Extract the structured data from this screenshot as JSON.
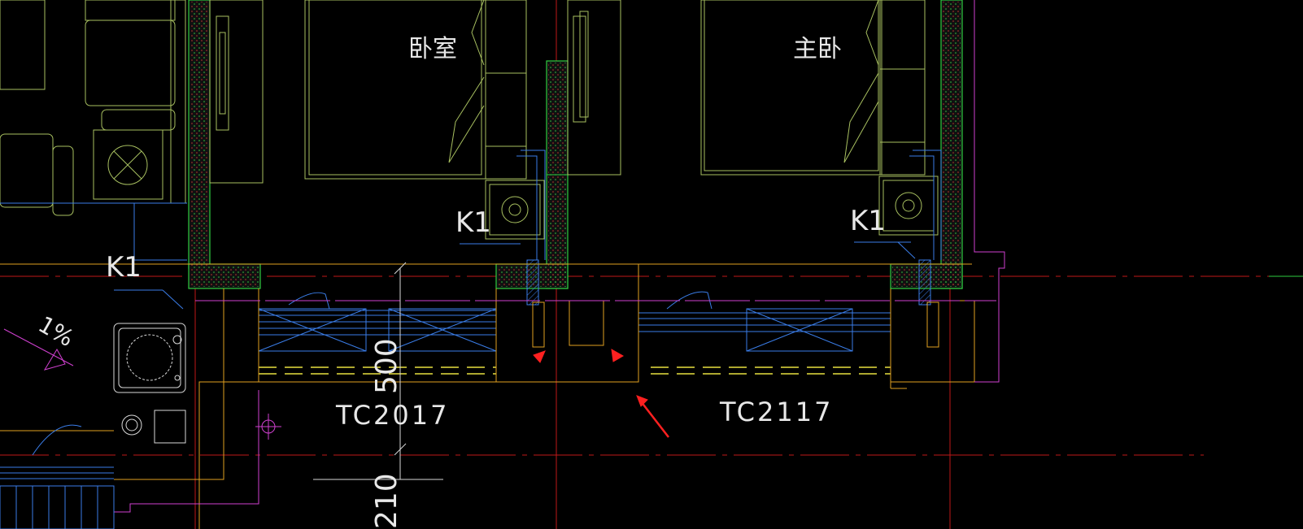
{
  "labels": {
    "room_bedroom": "卧室",
    "room_master": "主卧",
    "k1_a": "K1",
    "k1_b": "K1",
    "k1_c": "K1",
    "window_a": "TC2017",
    "window_b": "TC2117",
    "slope": "1%",
    "dim_500": "500",
    "dim_210": "210"
  },
  "colors": {
    "background": "#000000",
    "axis_red": "#d02020",
    "wall_green": "#2ecc40",
    "furniture_green": "#a8c060",
    "window_blue": "#3a7de8",
    "magenta": "#d040d0",
    "orange": "#e0a020",
    "yellow": "#e8e040",
    "white": "#e8e8e8",
    "arrow_red": "#ff2020"
  }
}
